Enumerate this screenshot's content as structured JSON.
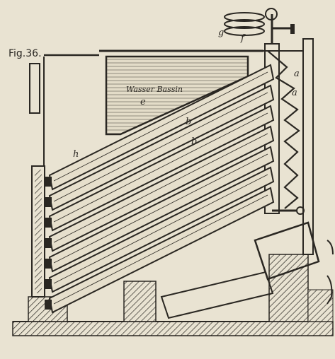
{
  "figure": {
    "number": "Fig.36.",
    "basin_label": "Wasser Bassin",
    "labels": {
      "a": "a",
      "b": "b",
      "e": "e",
      "f": "f",
      "g": "g",
      "h": "h"
    }
  },
  "colors": {
    "paper": "#e9e3d2",
    "ink": "#2a2722",
    "water": "#cfc8b5"
  }
}
